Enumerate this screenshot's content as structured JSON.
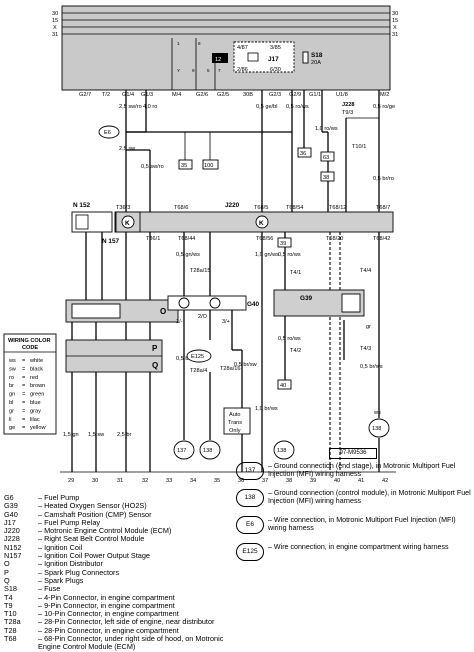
{
  "top_bus": [
    "30",
    "15",
    "X",
    "31"
  ],
  "bottom_positions": [
    "29",
    "30",
    "31",
    "32",
    "33",
    "34",
    "35",
    "36",
    "37",
    "38",
    "39",
    "40",
    "41",
    "42"
  ],
  "doc_code": "97-M9536",
  "relay": {
    "label": "J17",
    "pins_top": [
      "4/87",
      "3/85"
    ],
    "pins_bottom": [
      "2/86",
      "6/30"
    ],
    "position": "12"
  },
  "fuse": {
    "label": "S18",
    "rating": "20A"
  },
  "terminals": [
    "G2/7",
    "T/2",
    "G1/4",
    "G1/3",
    "M/4",
    "G2/6",
    "G2/5",
    "30B",
    "G2/3",
    "G2/9",
    "G1/1",
    "U1/8",
    "M/2"
  ],
  "j220_label": "J220",
  "j220_pins_top": [
    "T36/3",
    "T68/6",
    "T68/5",
    "T68/54",
    "T68/12",
    "T68/7"
  ],
  "j220_pins_bottom": [
    "T36/1",
    "T68/44",
    "T68/56",
    "T68/20",
    "T68/42"
  ],
  "wires": {
    "w1": "2,5 sw/ro",
    "w2": "4,0 ro",
    "w3": "2,5 sw",
    "w4": "0,5 sw/ro",
    "w5": "0,5 ge/bl",
    "w6": "0,5 ro/ws",
    "w7": "1,0 ro/ws",
    "w8": "0,5 ro/ge",
    "w9": "0,5 br/ro",
    "w10": "0,5 gn/ws",
    "w11": "1,0 gn/ws",
    "w12": "0,5 br/sw",
    "w13": "0,5 br/sw",
    "w14": "0,5 ro/ws",
    "w15": "0,5 ro/ws",
    "w16": "gr",
    "w17": "ws",
    "w18": "0,5 br/ws",
    "w19": "1,0 br/ws",
    "w20": "2,5 br",
    "w21": "1,5 gn",
    "w22": "1,5 sw"
  },
  "blocks": [
    "35",
    "100",
    "36",
    "63",
    "38",
    "39",
    "40"
  ],
  "connectors": [
    "T9/3",
    "T10/1",
    "T28a/15",
    "T28a/4",
    "T28a/16",
    "T4/1",
    "T4/2",
    "T4/3",
    "T4/4",
    "J228",
    "N152",
    "N157",
    "G40",
    "G39",
    "E6",
    "E125",
    "137",
    "138"
  ],
  "components": {
    "o_label": "O",
    "p_label": "P",
    "q_label": "Q",
    "g40_pins": [
      "1/-",
      "2/O",
      "3/+"
    ],
    "auto_trans": [
      "Auto",
      "Trans",
      "Only"
    ],
    "n152": "N 152",
    "n157": "N 157",
    "k": "K"
  },
  "wiring_color_code": {
    "title": "WIRING COLOR CODE",
    "rows": [
      [
        "ws",
        "white"
      ],
      [
        "sw",
        "black"
      ],
      [
        "ro",
        "red"
      ],
      [
        "br",
        "brown"
      ],
      [
        "gn",
        "green"
      ],
      [
        "bl",
        "blue"
      ],
      [
        "gr",
        "gray"
      ],
      [
        "li",
        "lilac"
      ],
      [
        "ge",
        "yellow"
      ]
    ]
  },
  "legend": [
    [
      "G6",
      "Fuel Pump"
    ],
    [
      "G39",
      "Heated Oxygen Sensor (HO2S)"
    ],
    [
      "G40",
      "Camshaft Position (CMP) Sensor"
    ],
    [
      "J17",
      "Fuel Pump Relay"
    ],
    [
      "J220",
      "Motronic Engine Control Module (ECM)"
    ],
    [
      "J228",
      "Right Seat Belt Control Module"
    ],
    [
      "N152",
      "Ignition Coil"
    ],
    [
      "N157",
      "Ignition Coil Power Output Stage"
    ],
    [
      "O",
      "Ignition Distributor"
    ],
    [
      "P",
      "Spark Plug Connectors"
    ],
    [
      "Q",
      "Spark Plugs"
    ],
    [
      "S18",
      "Fuse"
    ],
    [
      "T4",
      "4-Pin Connector, in engine compartment"
    ],
    [
      "T9",
      "9-Pin Connector, in engine compartment"
    ],
    [
      "T10",
      "10-Pin Connector, in engine compartment"
    ],
    [
      "T28a",
      "28-Pin Connector, left side of engine, near distributor"
    ],
    [
      "T28",
      "28-Pin Connector, in engine compartment"
    ],
    [
      "T68",
      "68-Pin Connector, under right side of hood, on Motronic Engine Control Module (ECM)"
    ]
  ],
  "notes": [
    [
      "137",
      "Ground connection (end stage), in Motronic Multiport Fuel Injection (MFI) wiring harness"
    ],
    [
      "138",
      "Ground connection (control module), in Motronic Multiport Fuel Injection (MFI) wiring harness"
    ],
    [
      "E6",
      "Wire connection, in Motronic Multiport Fuel Injection (MFI) wiring harness"
    ],
    [
      "E125",
      "Wire connection, in engine compartment wiring harness"
    ]
  ]
}
